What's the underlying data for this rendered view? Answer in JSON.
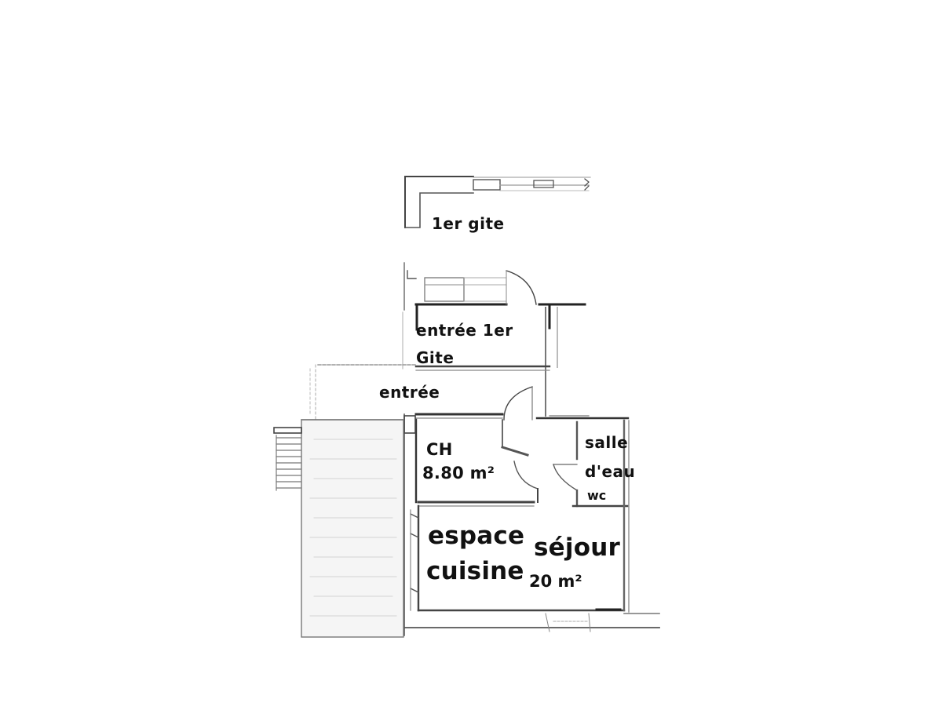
{
  "plan": {
    "labels": {
      "gite1": "1er gite",
      "entree_gite_line1": "entrée 1er",
      "entree_gite_line2": "Gite",
      "entree": "entrée",
      "ch_name": "CH",
      "ch_area": "8.80 m²",
      "salle_line1": "salle",
      "salle_line2": "d'eau",
      "wc": "wc",
      "espace_line1": "espace",
      "espace_line2": "cuisine",
      "sejour": "séjour",
      "sejour_area": "20 m²"
    },
    "colors": {
      "background": "#ffffff",
      "wall": "#3a3a3a",
      "wall_light": "#9a9a9a",
      "text": "#111111",
      "hatch": "#c8c8c8"
    }
  }
}
